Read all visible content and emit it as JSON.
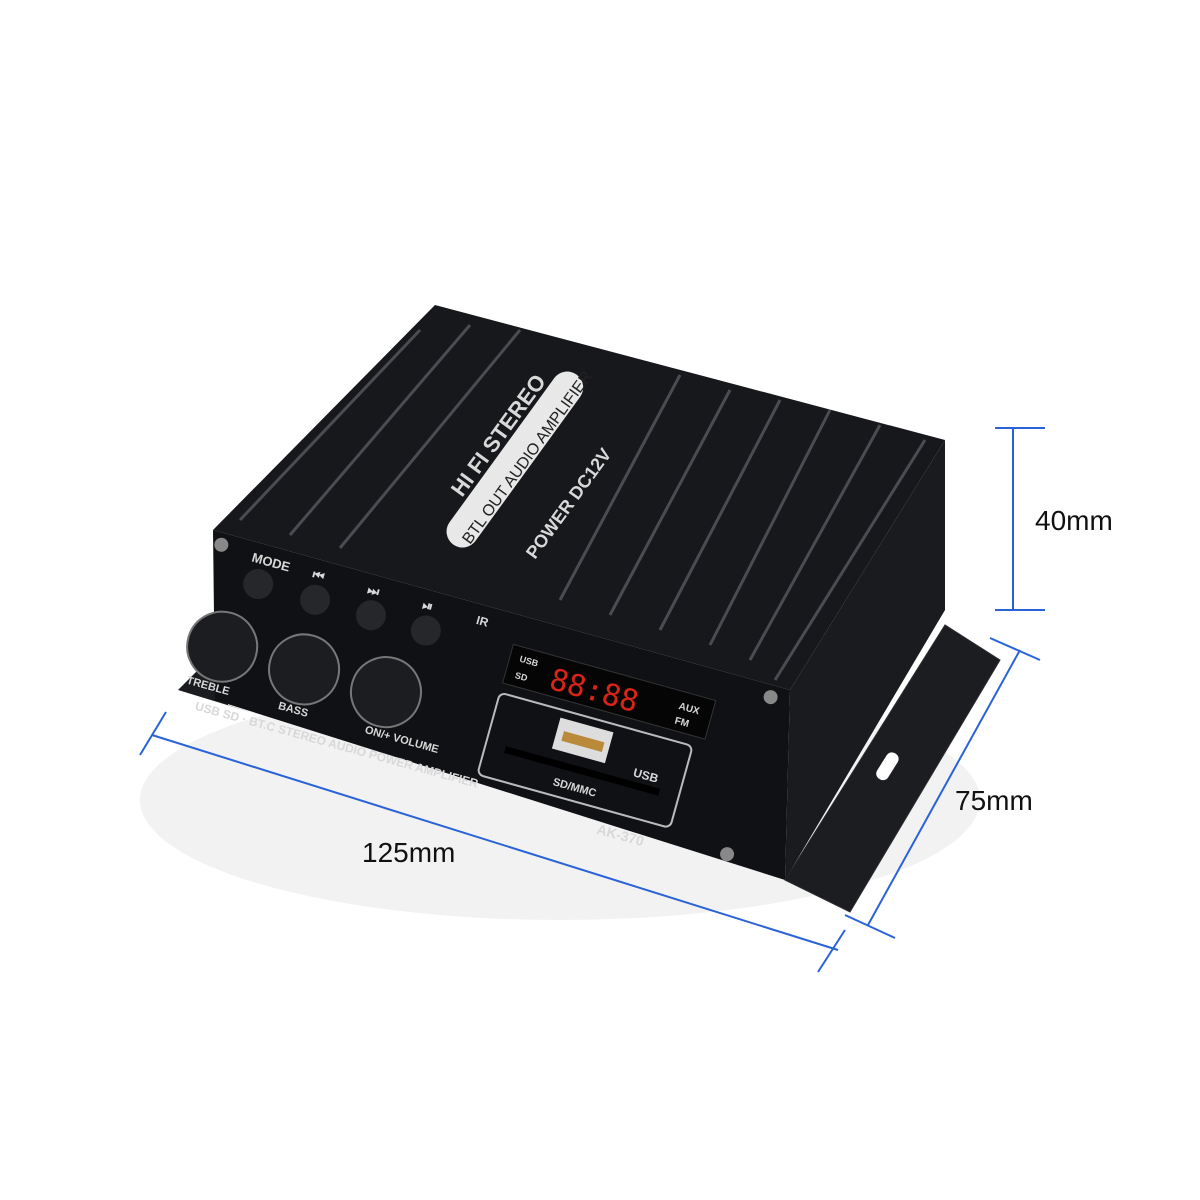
{
  "colors": {
    "dimension_line": "#2a63d8",
    "body": "#141518",
    "display_red": "#ff2a1a",
    "label": "#d8d8d8"
  },
  "dimensions": {
    "height": "40mm",
    "depth": "75mm",
    "width": "125mm"
  },
  "top_panel": {
    "brand_line": "HI FI STEREO",
    "badge": "BTL OUT AUDIO AMPLIFIER",
    "power": "POWER DC12V"
  },
  "front_panel": {
    "mode": "MODE",
    "prev": "⏮",
    "next": "⏭",
    "play_pause": "⏯",
    "ir_label": "IR",
    "treble": "TREBLE",
    "bass": "BASS",
    "volume": "ON/+ VOLUME",
    "bottom_line": "USB SD · BT.C STEREO AUDIO POWER AMPLIFIER",
    "display": "88:88",
    "display_usb": "USB",
    "display_sd": "SD",
    "aux": "AUX",
    "fm": "FM",
    "usb_port": "USB",
    "sd_slot": "SD/MMC",
    "model": "AK-370"
  }
}
